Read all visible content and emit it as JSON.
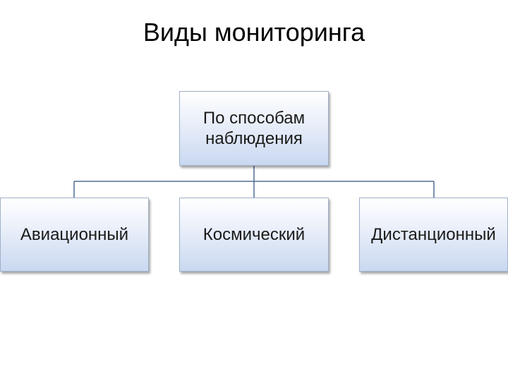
{
  "title": "Виды мониторинга",
  "diagram": {
    "root": {
      "label": "По способам наблюдения"
    },
    "children": [
      {
        "label": "Авиационный"
      },
      {
        "label": "Космический"
      },
      {
        "label": "Дистанционный"
      }
    ],
    "colors": {
      "node_border": "#9fb0c8",
      "node_fill_top": "#ffffff",
      "node_fill_bottom": "#c9d8f1",
      "connector": "#4f6f92"
    }
  }
}
